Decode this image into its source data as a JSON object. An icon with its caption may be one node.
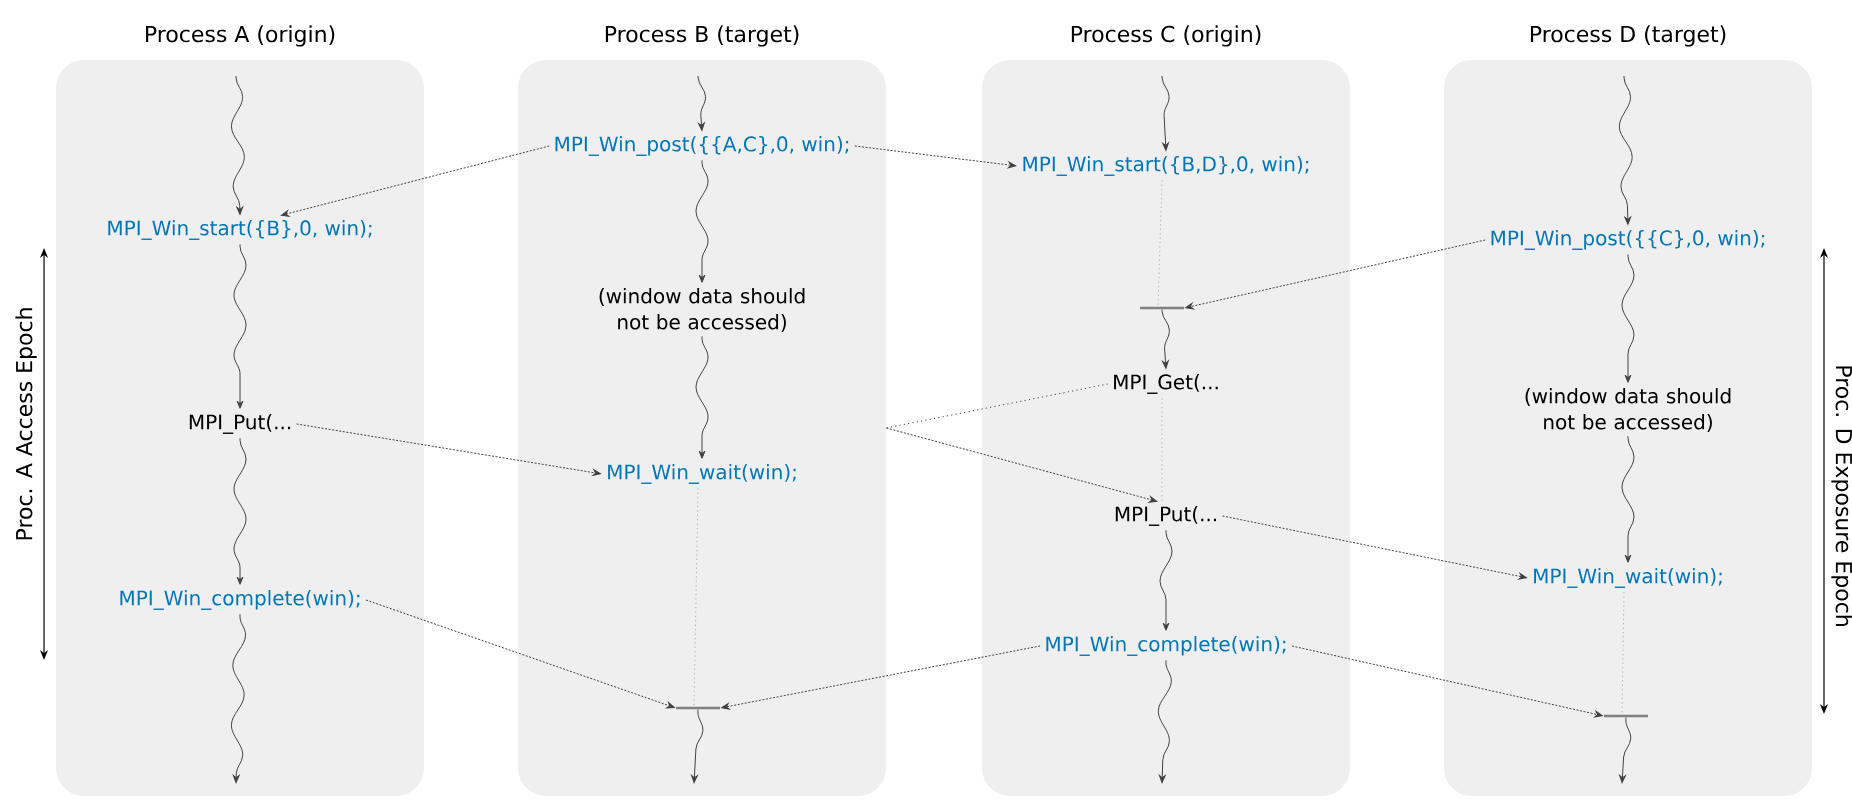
{
  "diagram": {
    "nodes": [
      {
        "text": [
          "Process A (origin)"
        ]
      },
      {
        "text": [
          "MPI_Win_start({B},0, win);"
        ],
        "in": 0
      },
      {
        "text": [
          "MPI_Put(..."
        ],
        "in": 0
      },
      {
        "text": [
          "MPI_Win_complete(win);"
        ],
        "in": 0
      },
      {
        "text": [
          "Process B (target)"
        ]
      },
      {
        "text": [
          "MPI_Win_post({{A,C},0, win);"
        ],
        "in": 4
      },
      {
        "text": [
          "(window data should not be accessed)"
        ],
        "in": 4
      },
      {
        "text": [
          "MPI_Win_wait(win);"
        ],
        "in": 4
      },
      {
        "text": [],
        "shape": "bar",
        "in": 4
      },
      {
        "text": [
          "Process C (origin)"
        ]
      },
      {
        "text": [
          "MPI_Win_start({B,D},0, win);"
        ],
        "in": 9
      },
      {
        "text": [],
        "shape": "bar",
        "in": 9
      },
      {
        "text": [
          "MPI_Get(..."
        ],
        "in": 9
      },
      {
        "text": [
          "MPI_Put(..."
        ],
        "in": 9
      },
      {
        "text": [
          "MPI_Win_complete(win);"
        ],
        "in": 9
      },
      {
        "text": [
          "Process D (target)"
        ]
      },
      {
        "text": [
          "MPI_Win_post({{C},0, win);"
        ],
        "in": 15
      },
      {
        "text": [
          "(window data should not be accessed)"
        ],
        "in": 15
      },
      {
        "text": [
          "MPI_Win_wait(win);"
        ],
        "in": 15
      },
      {
        "text": [],
        "shape": "bar",
        "in": 15
      }
    ],
    "edges": [
      {
        "from": null,
        "to": 1,
        "arrow": "to"
      },
      {
        "from": 1,
        "to": 2,
        "arrow": "to"
      },
      {
        "from": 2,
        "to": 3,
        "arrow": "to"
      },
      {
        "from": 3,
        "to": null,
        "arrow": "to"
      },
      {
        "from": null,
        "to": 5,
        "arrow": "to"
      },
      {
        "from": 5,
        "to": 6,
        "arrow": "to"
      },
      {
        "from": 6,
        "to": 7,
        "arrow": "to"
      },
      {
        "from": 7,
        "to": 8,
        "arrow": "none",
        "style": "dashed",
        "color": "#aaaaaa"
      },
      {
        "from": 8,
        "to": null,
        "arrow": "to"
      },
      {
        "from": null,
        "to": 10,
        "arrow": "to"
      },
      {
        "from": 10,
        "to": 11,
        "arrow": "none",
        "style": "dashed",
        "color": "#aaaaaa"
      },
      {
        "from": 11,
        "to": 12,
        "arrow": "to"
      },
      {
        "from": 12,
        "to": 13,
        "arrow": "none",
        "style": "dashed",
        "color": "#aaaaaa"
      },
      {
        "from": 13,
        "to": 14,
        "arrow": "to"
      },
      {
        "from": 14,
        "to": null,
        "arrow": "to"
      },
      {
        "from": null,
        "to": 16,
        "arrow": "to"
      },
      {
        "from": 16,
        "to": 17,
        "arrow": "to"
      },
      {
        "from": 17,
        "to": 18,
        "arrow": "to"
      },
      {
        "from": 18,
        "to": 19,
        "arrow": "none",
        "style": "dashed",
        "color": "#aaaaaa"
      },
      {
        "from": 19,
        "to": null,
        "arrow": "to"
      },
      {
        "from": 5,
        "to": 1,
        "arrow": "to",
        "style": "dashed"
      },
      {
        "from": 5,
        "to": 10,
        "arrow": "to",
        "style": "dashed"
      },
      {
        "from": 16,
        "to": 11,
        "arrow": "to",
        "style": "dashed"
      },
      {
        "from": 2,
        "to": 7,
        "arrow": "to",
        "style": "dashed"
      },
      {
        "from": 12,
        "to": 4,
        "arrow": "none",
        "style": "dashed"
      },
      {
        "from": 4,
        "to": 13,
        "arrow": "to",
        "style": "dashed"
      },
      {
        "from": 13,
        "to": 18,
        "arrow": "to",
        "style": "dashed"
      },
      {
        "from": 3,
        "to": 8,
        "arrow": "to",
        "style": "dashed"
      },
      {
        "from": 14,
        "to": 8,
        "arrow": "to",
        "style": "dashed"
      },
      {
        "from": 14,
        "to": 19,
        "arrow": "to",
        "style": "dashed"
      }
    ],
    "labels": [
      "Proc. A Access Epoch",
      "Proc. D Exposure Epoch"
    ]
  }
}
